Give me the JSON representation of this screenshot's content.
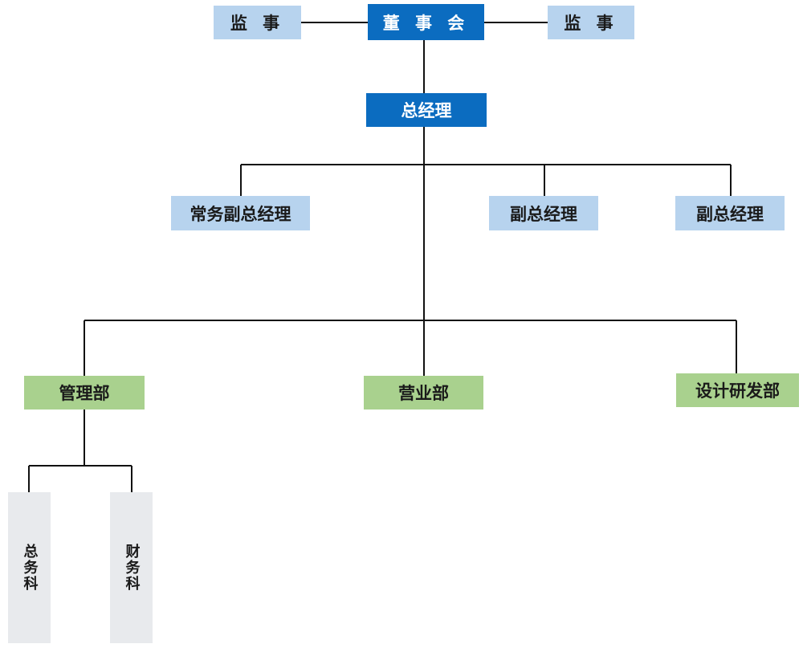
{
  "board": {
    "label": "董 事 会"
  },
  "supervisors": [
    {
      "label": "监 事"
    },
    {
      "label": "监 事"
    }
  ],
  "general_manager": {
    "label": "总经理"
  },
  "deputies": [
    {
      "label": "常务副总经理"
    },
    {
      "label": "副总经理"
    },
    {
      "label": "副总经理"
    }
  ],
  "departments": [
    {
      "label": "管理部"
    },
    {
      "label": "营业部"
    },
    {
      "label": "设计研发部"
    }
  ],
  "sections": [
    {
      "label": "总务科"
    },
    {
      "label": "财务科"
    }
  ],
  "colors": {
    "dark_blue": "#0b6cc0",
    "light_blue": "#b7d3ee",
    "green": "#a9d18e",
    "gray": "#e8eaed"
  }
}
